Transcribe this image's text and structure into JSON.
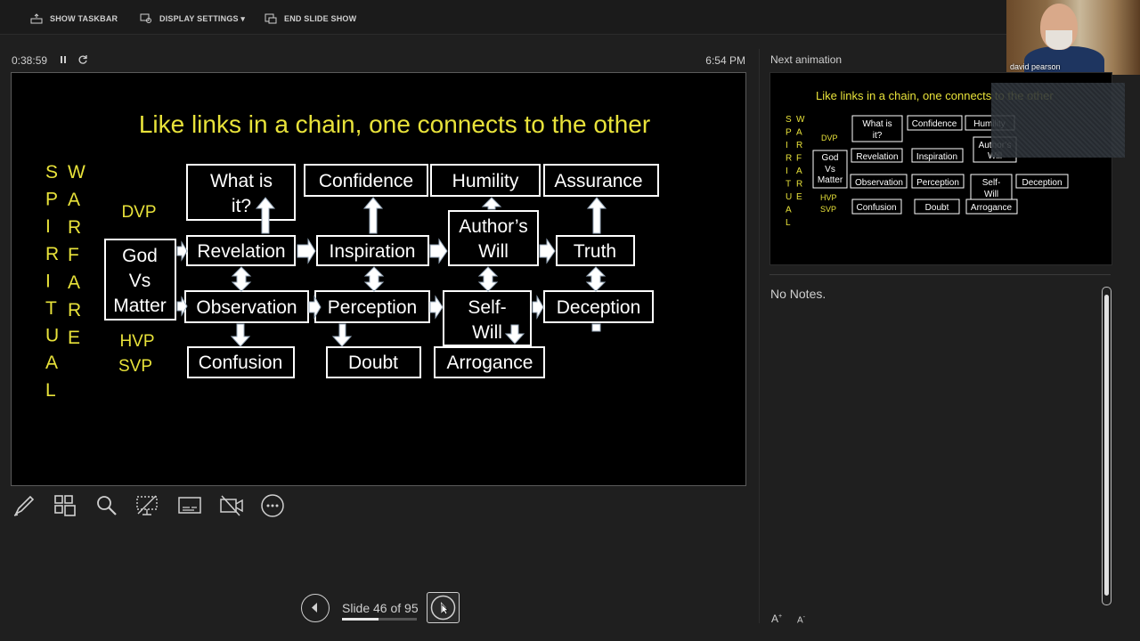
{
  "toolbar": {
    "show_taskbar": "SHOW TASKBAR",
    "display_settings": "DISPLAY SETTINGS ▾",
    "end_slide_show": "END SLIDE SHOW"
  },
  "presenter": {
    "elapsed": "0:38:59",
    "pause_icon": "pause-icon",
    "restart_icon": "restart-icon",
    "clock": "6:54 PM"
  },
  "slide": {
    "title": "Like links in a chain, one connects to the other",
    "left_col": [
      "S",
      "P",
      "I",
      "R",
      "I",
      "T",
      "U",
      "A",
      "L"
    ],
    "right_col": [
      "W",
      "A",
      "R",
      "F",
      "A",
      "R",
      "E"
    ],
    "dvp": "DVP",
    "hvp": "HVP",
    "svp": "SVP",
    "boxes": {
      "god": [
        "God",
        "Vs",
        "Matter"
      ],
      "what": [
        "What is",
        "it?"
      ],
      "confidence": "Confidence",
      "humility": "Humility",
      "assurance": "Assurance",
      "revelation": "Revelation",
      "inspiration": "Inspiration",
      "authors_will": [
        "Author’s",
        "Will"
      ],
      "truth": "Truth",
      "observation": "Observation",
      "perception": "Perception",
      "self_will": [
        "Self-",
        "Will"
      ],
      "deception": "Deception",
      "confusion": "Confusion",
      "doubt": "Doubt",
      "arrogance": "Arrogance"
    }
  },
  "tools": [
    "pen-icon",
    "all-slides-icon",
    "zoom-icon",
    "black-screen-icon",
    "subtitles-icon",
    "camera-off-icon",
    "more-options-icon"
  ],
  "next_animation": {
    "label": "Next animation",
    "preview_title": "Like links in a chain, one connects to the other"
  },
  "notes": {
    "text": "No Notes."
  },
  "webcam": {
    "name": "david pearson"
  },
  "navigation": {
    "slide_label": "Slide 46 of 95",
    "progress": 0.484
  },
  "font_buttons": {
    "increase": "A",
    "decrease": "A"
  },
  "colors": {
    "title_yellow": "#e8e23a",
    "background": "#1f1f1f",
    "slide_bg": "#000000"
  }
}
